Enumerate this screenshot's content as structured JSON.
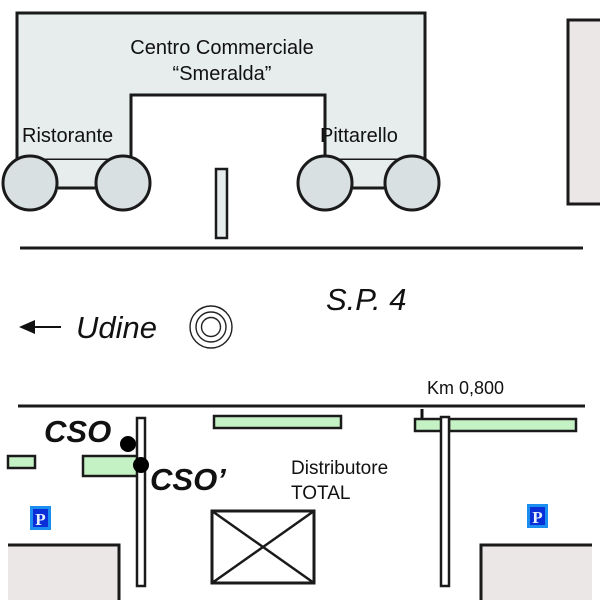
{
  "map": {
    "mall": {
      "title_line1": "Centro Commerciale",
      "title_line2": "“Smeralda”",
      "left_wing_label": "Ristorante",
      "right_wing_label": "Pittarello"
    },
    "road": {
      "name": "S.P. 4",
      "direction_label": "Udine",
      "direction_arrow": "arrow-left-icon",
      "roundabout_icon": "roundabout-icon",
      "km_marker": "Km 0,800"
    },
    "points": {
      "cso": "CSO",
      "cso_prime": "CSO’"
    },
    "station": {
      "line1": "Distributore",
      "line2": "TOTAL"
    },
    "parking": {
      "label": "P",
      "icon": "parking-icon"
    },
    "colors": {
      "building_fill": "#e7ecec",
      "circle_fill": "#d9e0e1",
      "green_strip": "#c4f2c4",
      "side_block": "#ebe7e6",
      "parking_blue": "#1c8ef0",
      "parking_dark": "#0a2fd8"
    }
  }
}
